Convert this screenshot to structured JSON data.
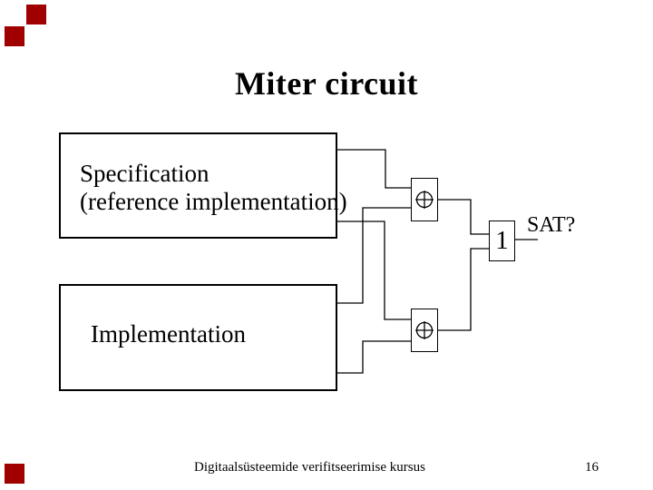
{
  "slide": {
    "title": "Miter circuit",
    "spec_box": {
      "line1": "Specification",
      "line2": "(reference implementation)"
    },
    "impl_box": {
      "label": "Implementation"
    },
    "or_gate": {
      "label": "1"
    },
    "sat_label": "SAT?",
    "footer": {
      "course_title": "Digitaalsüsteemide verifitseerimise kursus",
      "page_number": "16"
    },
    "icons": {
      "xor": "circled-plus"
    },
    "colors": {
      "accent_red": "#A00000",
      "ink": "#000000",
      "background": "#FFFFFF"
    }
  }
}
